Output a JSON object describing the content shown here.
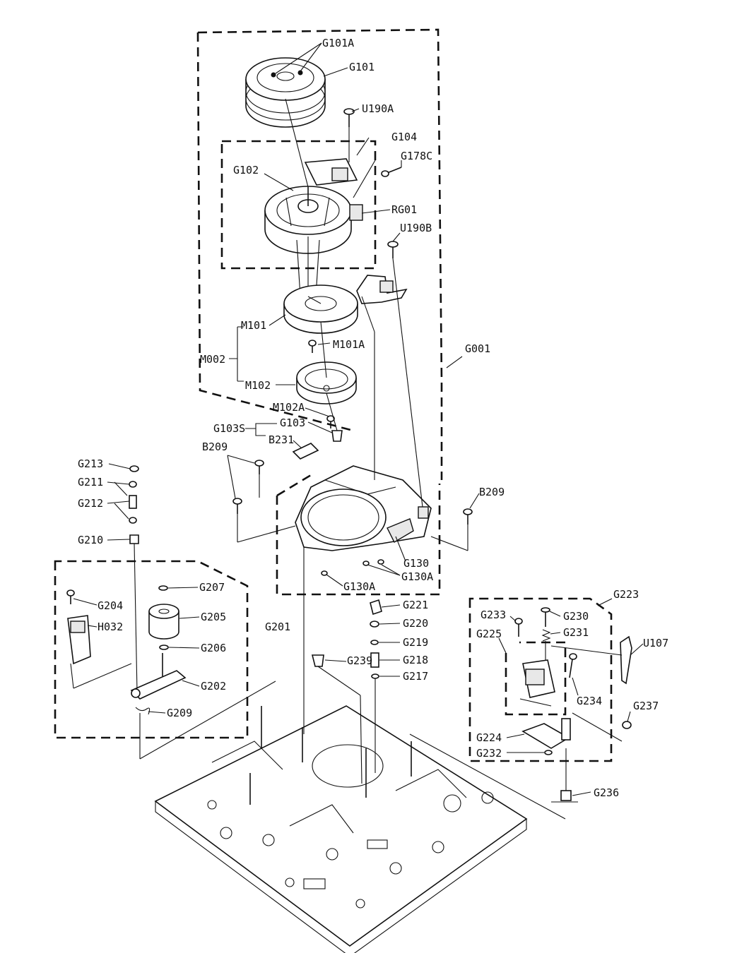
{
  "labels": {
    "G101A": "G101A",
    "G101": "G101",
    "U190A": "U190A",
    "G104": "G104",
    "G178C": "G178C",
    "G102": "G102",
    "RG01": "RG01",
    "U190B": "U190B",
    "M101": "M101",
    "M101A": "M101A",
    "G001": "G001",
    "M002": "M002",
    "M102": "M102",
    "M102A": "M102A",
    "G103S": "G103S",
    "G103": "G103",
    "B231": "B231",
    "B209_left": "B209",
    "B209_right": "B209",
    "G213": "G213",
    "G211": "G211",
    "G212": "G212",
    "G210": "G210",
    "G130": "G130",
    "G130A_mid": "G130A",
    "G130A_low": "G130A",
    "G207": "G207",
    "G204": "G204",
    "G205": "G205",
    "H032": "H032",
    "G201": "G201",
    "G206": "G206",
    "G202": "G202",
    "G209": "G209",
    "G221": "G221",
    "G220": "G220",
    "G219": "G219",
    "G239": "G239",
    "G218": "G218",
    "G217": "G217",
    "G223": "G223",
    "G233": "G233",
    "G230": "G230",
    "G231": "G231",
    "G225": "G225",
    "U107": "U107",
    "G234": "G234",
    "G237": "G237",
    "G224": "G224",
    "G232": "G232",
    "G236": "G236"
  },
  "colors": {
    "ink": "#111111",
    "paper": "#ffffff"
  }
}
